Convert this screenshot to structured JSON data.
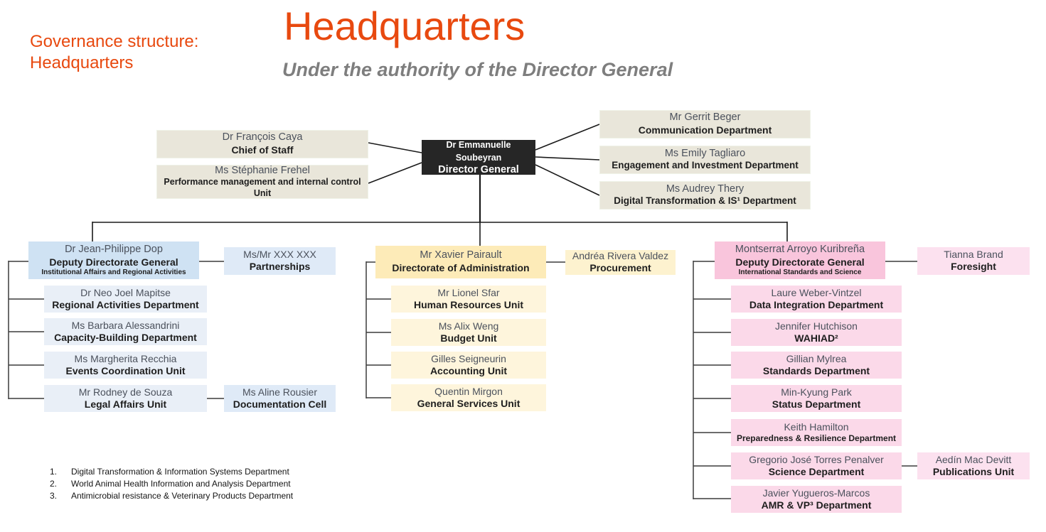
{
  "header": {
    "eyebrow_line1": "Governance structure:",
    "eyebrow_line2": "Headquarters",
    "title": "Headquarters",
    "subtitle": "Under the authority of the Director General"
  },
  "colors": {
    "accent_orange": "#E8490F",
    "subtitle_gray": "#7E7E7E",
    "director_black": "#262626",
    "staff_beige": "#E9E6DA",
    "branch_blue": "#CFE2F3",
    "branch_blue_light": "#E9EFF7",
    "branch_yellow": "#FDEBB8",
    "branch_yellow_light": "#FEF5DC",
    "branch_pink": "#F9C5DC",
    "branch_pink_light": "#FBD9E9"
  },
  "top": {
    "director": {
      "name": "Dr Emmanuelle Soubeyran",
      "role": "Director General"
    },
    "staff": [
      {
        "name": "Dr François Caya",
        "role": "Chief of Staff"
      },
      {
        "name": "Ms Stéphanie Frehel",
        "role": "Performance management and internal control Unit"
      }
    ],
    "departments": [
      {
        "name": "Mr Gerrit Beger",
        "role": "Communication Department"
      },
      {
        "name": "Ms Emily Tagliaro",
        "role": "Engagement and Investment Department"
      },
      {
        "name": "Ms Audrey Thery",
        "role": "Digital Transformation & IS¹ Department"
      }
    ]
  },
  "branches": {
    "left": {
      "head": {
        "name": "Dr Jean-Philippe Dop",
        "role": "Deputy Directorate General",
        "subrole": "Institutional Affairs and Regional Activities"
      },
      "side_top": {
        "name": "Ms/Mr XXX XXX",
        "role": "Partnerships"
      },
      "units": [
        {
          "name": "Dr Neo Joel Mapitse",
          "role": "Regional Activities Department"
        },
        {
          "name": "Ms Barbara Alessandrini",
          "role": "Capacity-Building Department"
        },
        {
          "name": "Ms Margherita Recchia",
          "role": "Events Coordination Unit"
        },
        {
          "name": "Mr Rodney de Souza",
          "role": "Legal Affairs Unit"
        }
      ],
      "side_bottom": {
        "name": "Ms Aline Rousier",
        "role": "Documentation Cell"
      }
    },
    "center": {
      "head": {
        "name": "Mr Xavier Pairault",
        "role": "Directorate of Administration"
      },
      "side_top": {
        "name": "Andréa Rivera Valdez",
        "role": "Procurement"
      },
      "units": [
        {
          "name": "Mr Lionel Sfar",
          "role": "Human Resources Unit"
        },
        {
          "name": "Ms Alix Weng",
          "role": "Budget Unit"
        },
        {
          "name": "Gilles Seigneurin",
          "role": "Accounting Unit"
        },
        {
          "name": "Quentin Mirgon",
          "role": "General Services Unit"
        }
      ]
    },
    "right": {
      "head": {
        "name": "Montserrat Arroyo Kuribreña",
        "role": "Deputy Directorate General",
        "subrole": "International Standards and Science"
      },
      "side_top": {
        "name": "Tianna Brand",
        "role": "Foresight"
      },
      "units": [
        {
          "name": "Laure Weber-Vintzel",
          "role": "Data Integration Department"
        },
        {
          "name": "Jennifer Hutchison",
          "role": "WAHIAD²"
        },
        {
          "name": "Gillian Mylrea",
          "role": "Standards Department"
        },
        {
          "name": "Min-Kyung Park",
          "role": "Status Department"
        },
        {
          "name": "Keith Hamilton",
          "role": "Preparedness & Resilience Department"
        },
        {
          "name": "Gregorio José Torres Penalver",
          "role": "Science Department"
        },
        {
          "name": "Javier Yugueros-Marcos",
          "role": "AMR & VP³ Department"
        }
      ],
      "side_bottom": {
        "name": "Aedín Mac Devitt",
        "role": "Publications Unit"
      }
    }
  },
  "footnotes": [
    {
      "num": "1.",
      "text": "Digital Transformation & Information Systems Department"
    },
    {
      "num": "2.",
      "text": "World Animal Health Information and Analysis Department"
    },
    {
      "num": "3.",
      "text": "Antimicrobial resistance & Veterinary Products Department"
    }
  ]
}
